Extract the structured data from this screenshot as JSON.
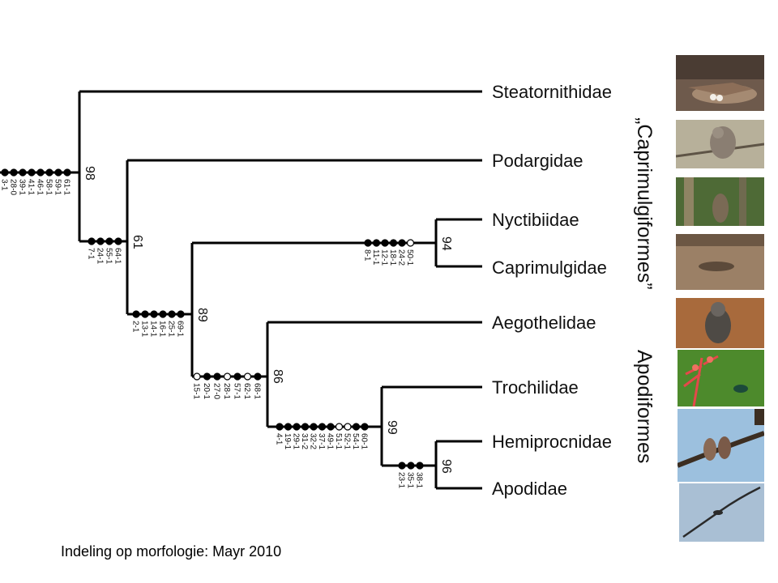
{
  "taxa": {
    "steatornithidae": "Steatornithidae",
    "podargidae": "Podargidae",
    "nyctibiidae": "Nyctibiidae",
    "caprimulgidae": "Caprimulgidae",
    "aegothelidae": "Aegothelidae",
    "trochilidae": "Trochilidae",
    "hemiprocnidae": "Hemiprocnidae",
    "apodidae": "Apodidae"
  },
  "support": {
    "root": "98",
    "n61": "61",
    "n89": "89",
    "n94": "94",
    "n86": "86",
    "n99": "99",
    "n96": "96"
  },
  "characters": {
    "root": [
      "61-1",
      "59-1",
      "58-1",
      "46-1",
      "41-1",
      "39-1",
      "28-0",
      "3-1"
    ],
    "n61": [
      "64-1",
      "55-1",
      "24-1",
      "7-1"
    ],
    "n89": [
      "69-1",
      "25-1",
      "16-1",
      "14-1",
      "13-1",
      "2-1"
    ],
    "n94": [
      "50-1",
      "24-2",
      "18-1",
      "12-1",
      "11-1",
      "8-1"
    ],
    "n86": [
      "68-1",
      "62-1",
      "57-1",
      "28-1",
      "27-0",
      "20-1",
      "15-1"
    ],
    "n99": [
      "60-1",
      "54-1",
      "52-1",
      "51-1",
      "49-1",
      "37-1",
      "32-2",
      "31-2",
      "29-1",
      "19-1",
      "4-1"
    ],
    "n96": [
      "38-1",
      "35-1",
      "23-1"
    ]
  },
  "groups": {
    "caprimulgiformes": "„Caprimulgiformes”",
    "apodiformes": "Apodiformes"
  },
  "photos": [
    "oilbird-photo",
    "frogmouth-photo",
    "potoo-photo",
    "nightjar-photo",
    "owlet-nightjar-photo",
    "hummingbird-photo",
    "treeswift-photo",
    "swift-photo"
  ],
  "caption": "Indeling op morfologie: Mayr 2010",
  "colors": {
    "line": "#000000",
    "background": "#ffffff"
  }
}
